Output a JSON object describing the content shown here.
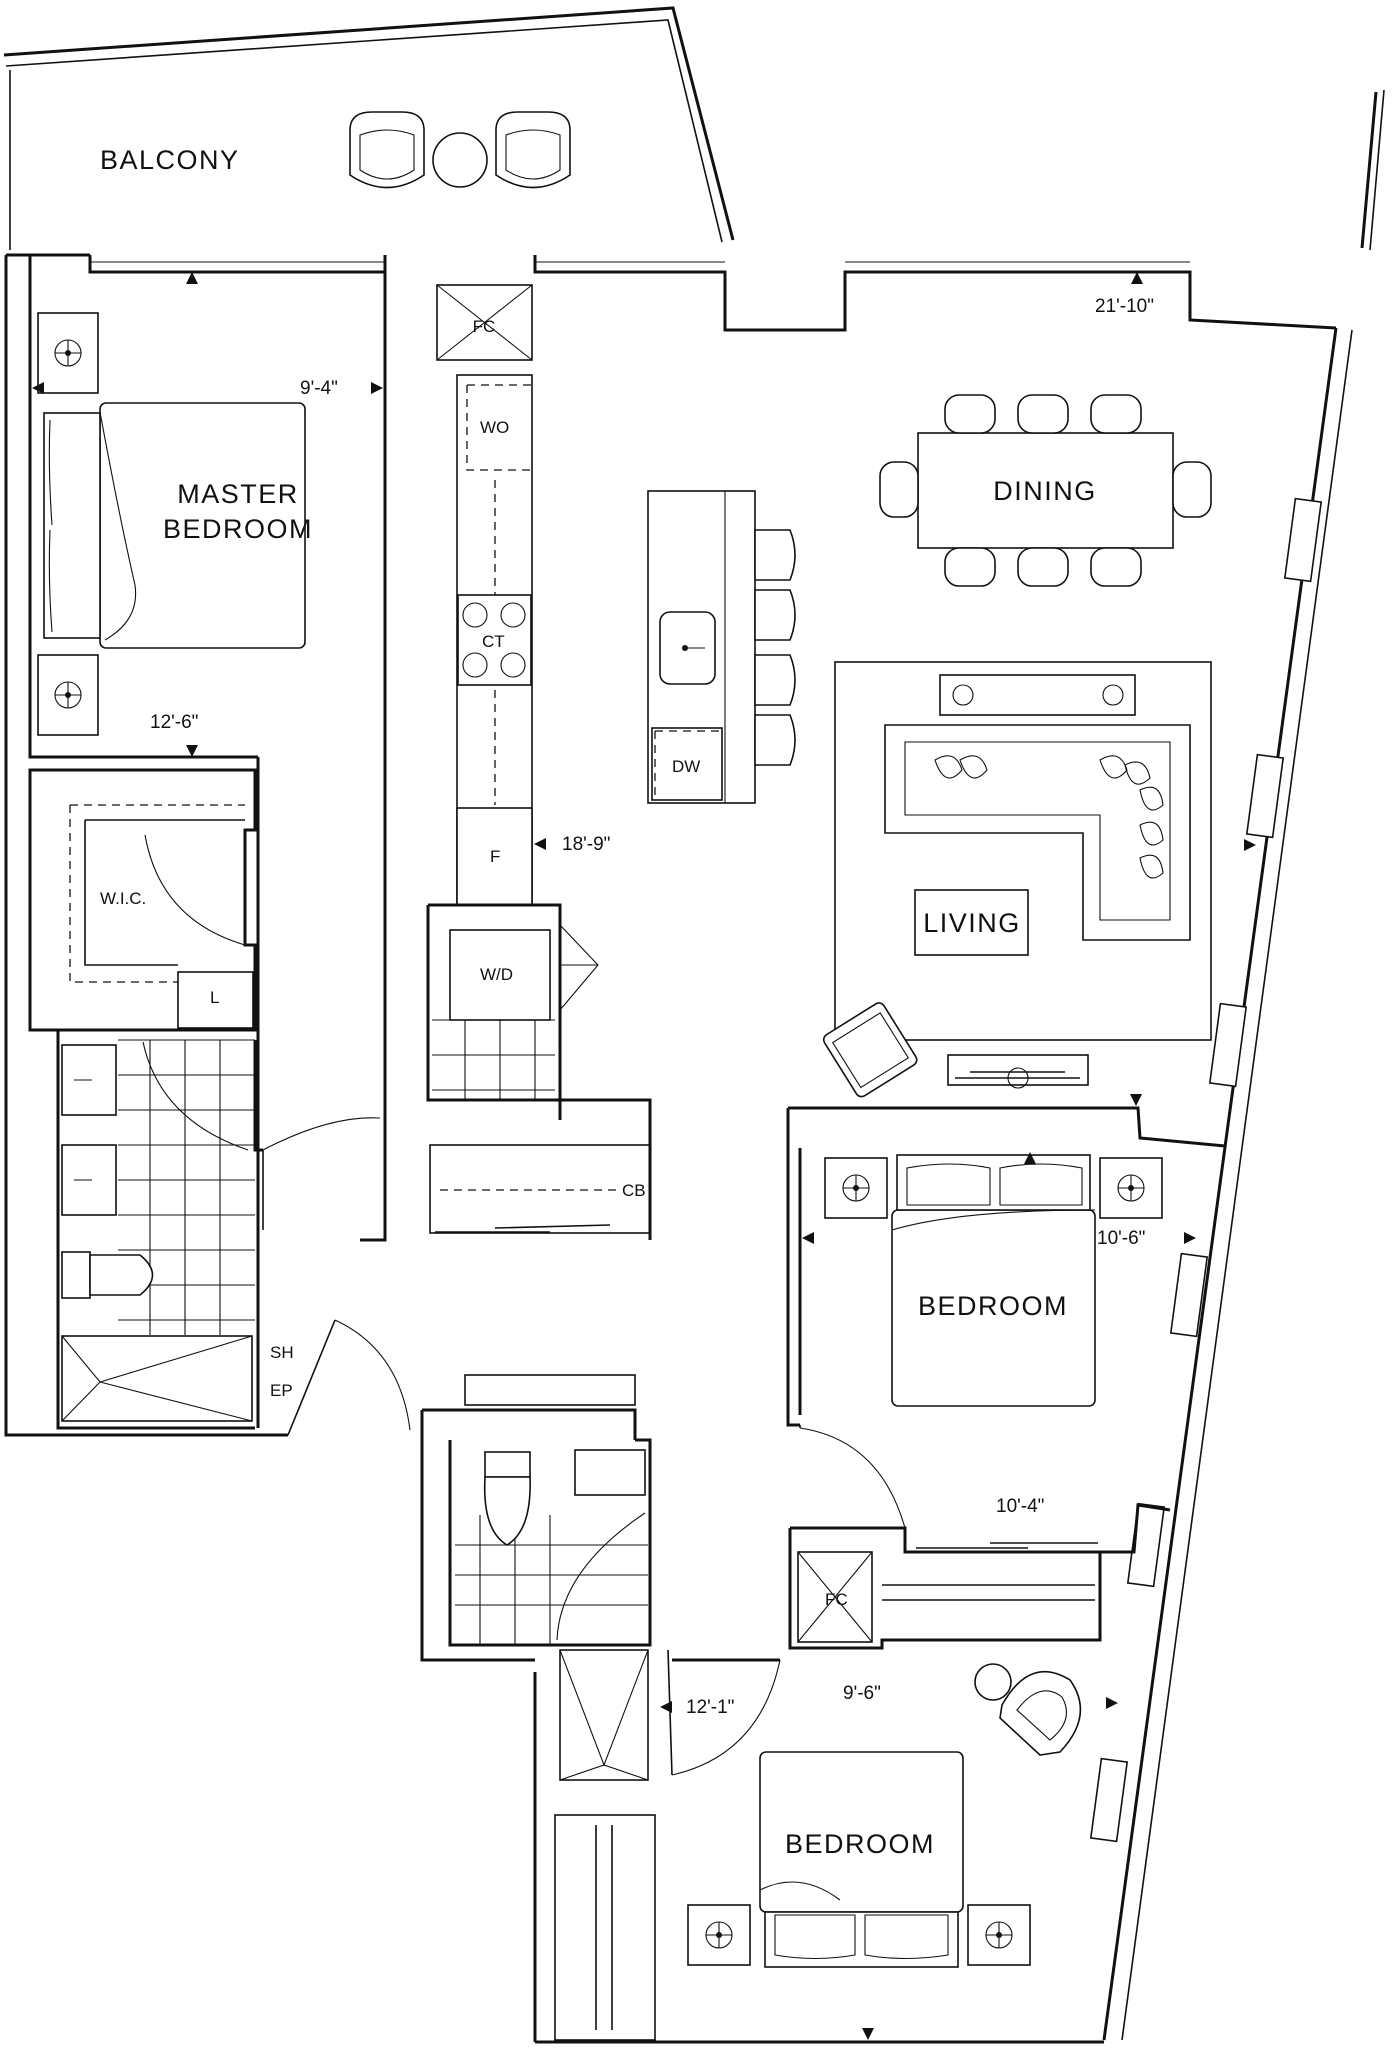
{
  "rooms": {
    "balcony": "BALCONY",
    "master_1": "MASTER",
    "master_2": "BEDROOM",
    "dining": "DINING",
    "living": "LIVING",
    "bedroom_east": "BEDROOM",
    "bedroom_south": "BEDROOM"
  },
  "fixtures": {
    "fc_north": "FC",
    "wo": "WO",
    "ct": "CT",
    "dw": "DW",
    "fridge": "F",
    "wic": "W.I.C.",
    "linen": "L",
    "wd": "W/D",
    "cb": "CB",
    "sh": "SH",
    "ep": "EP",
    "fc_south": "FC"
  },
  "dimensions": {
    "master_width": "9'-4\"",
    "master_length": "12'-6\"",
    "kitchen": "18'-9\"",
    "living": "21'-10\"",
    "bed_east_width": "10'-6\"",
    "bed_east_length": "10'-4\"",
    "bed_south_width": "9'-6\"",
    "bed_south_length": "12'-1\""
  }
}
